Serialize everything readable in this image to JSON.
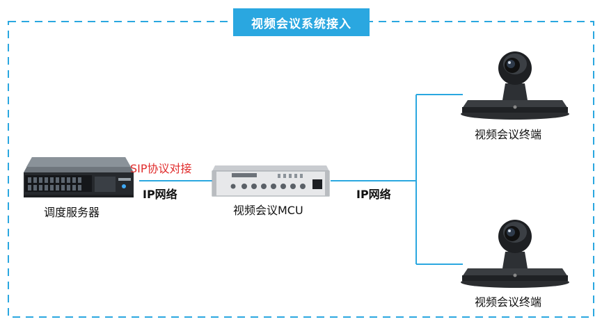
{
  "title": "视频会议系统接入",
  "server": {
    "label": "调度服务器"
  },
  "mcu": {
    "label": "视频会议MCU"
  },
  "terminals": [
    {
      "label": "视频会议终端"
    },
    {
      "label": "视频会议终端"
    }
  ],
  "links": {
    "left_top": "SIP协议对接",
    "left_bottom": "IP网络",
    "right": "IP网络"
  },
  "colors": {
    "accent": "#2aa7e0",
    "line": "#2aa7e0",
    "protocol_text": "#e02b2b"
  }
}
